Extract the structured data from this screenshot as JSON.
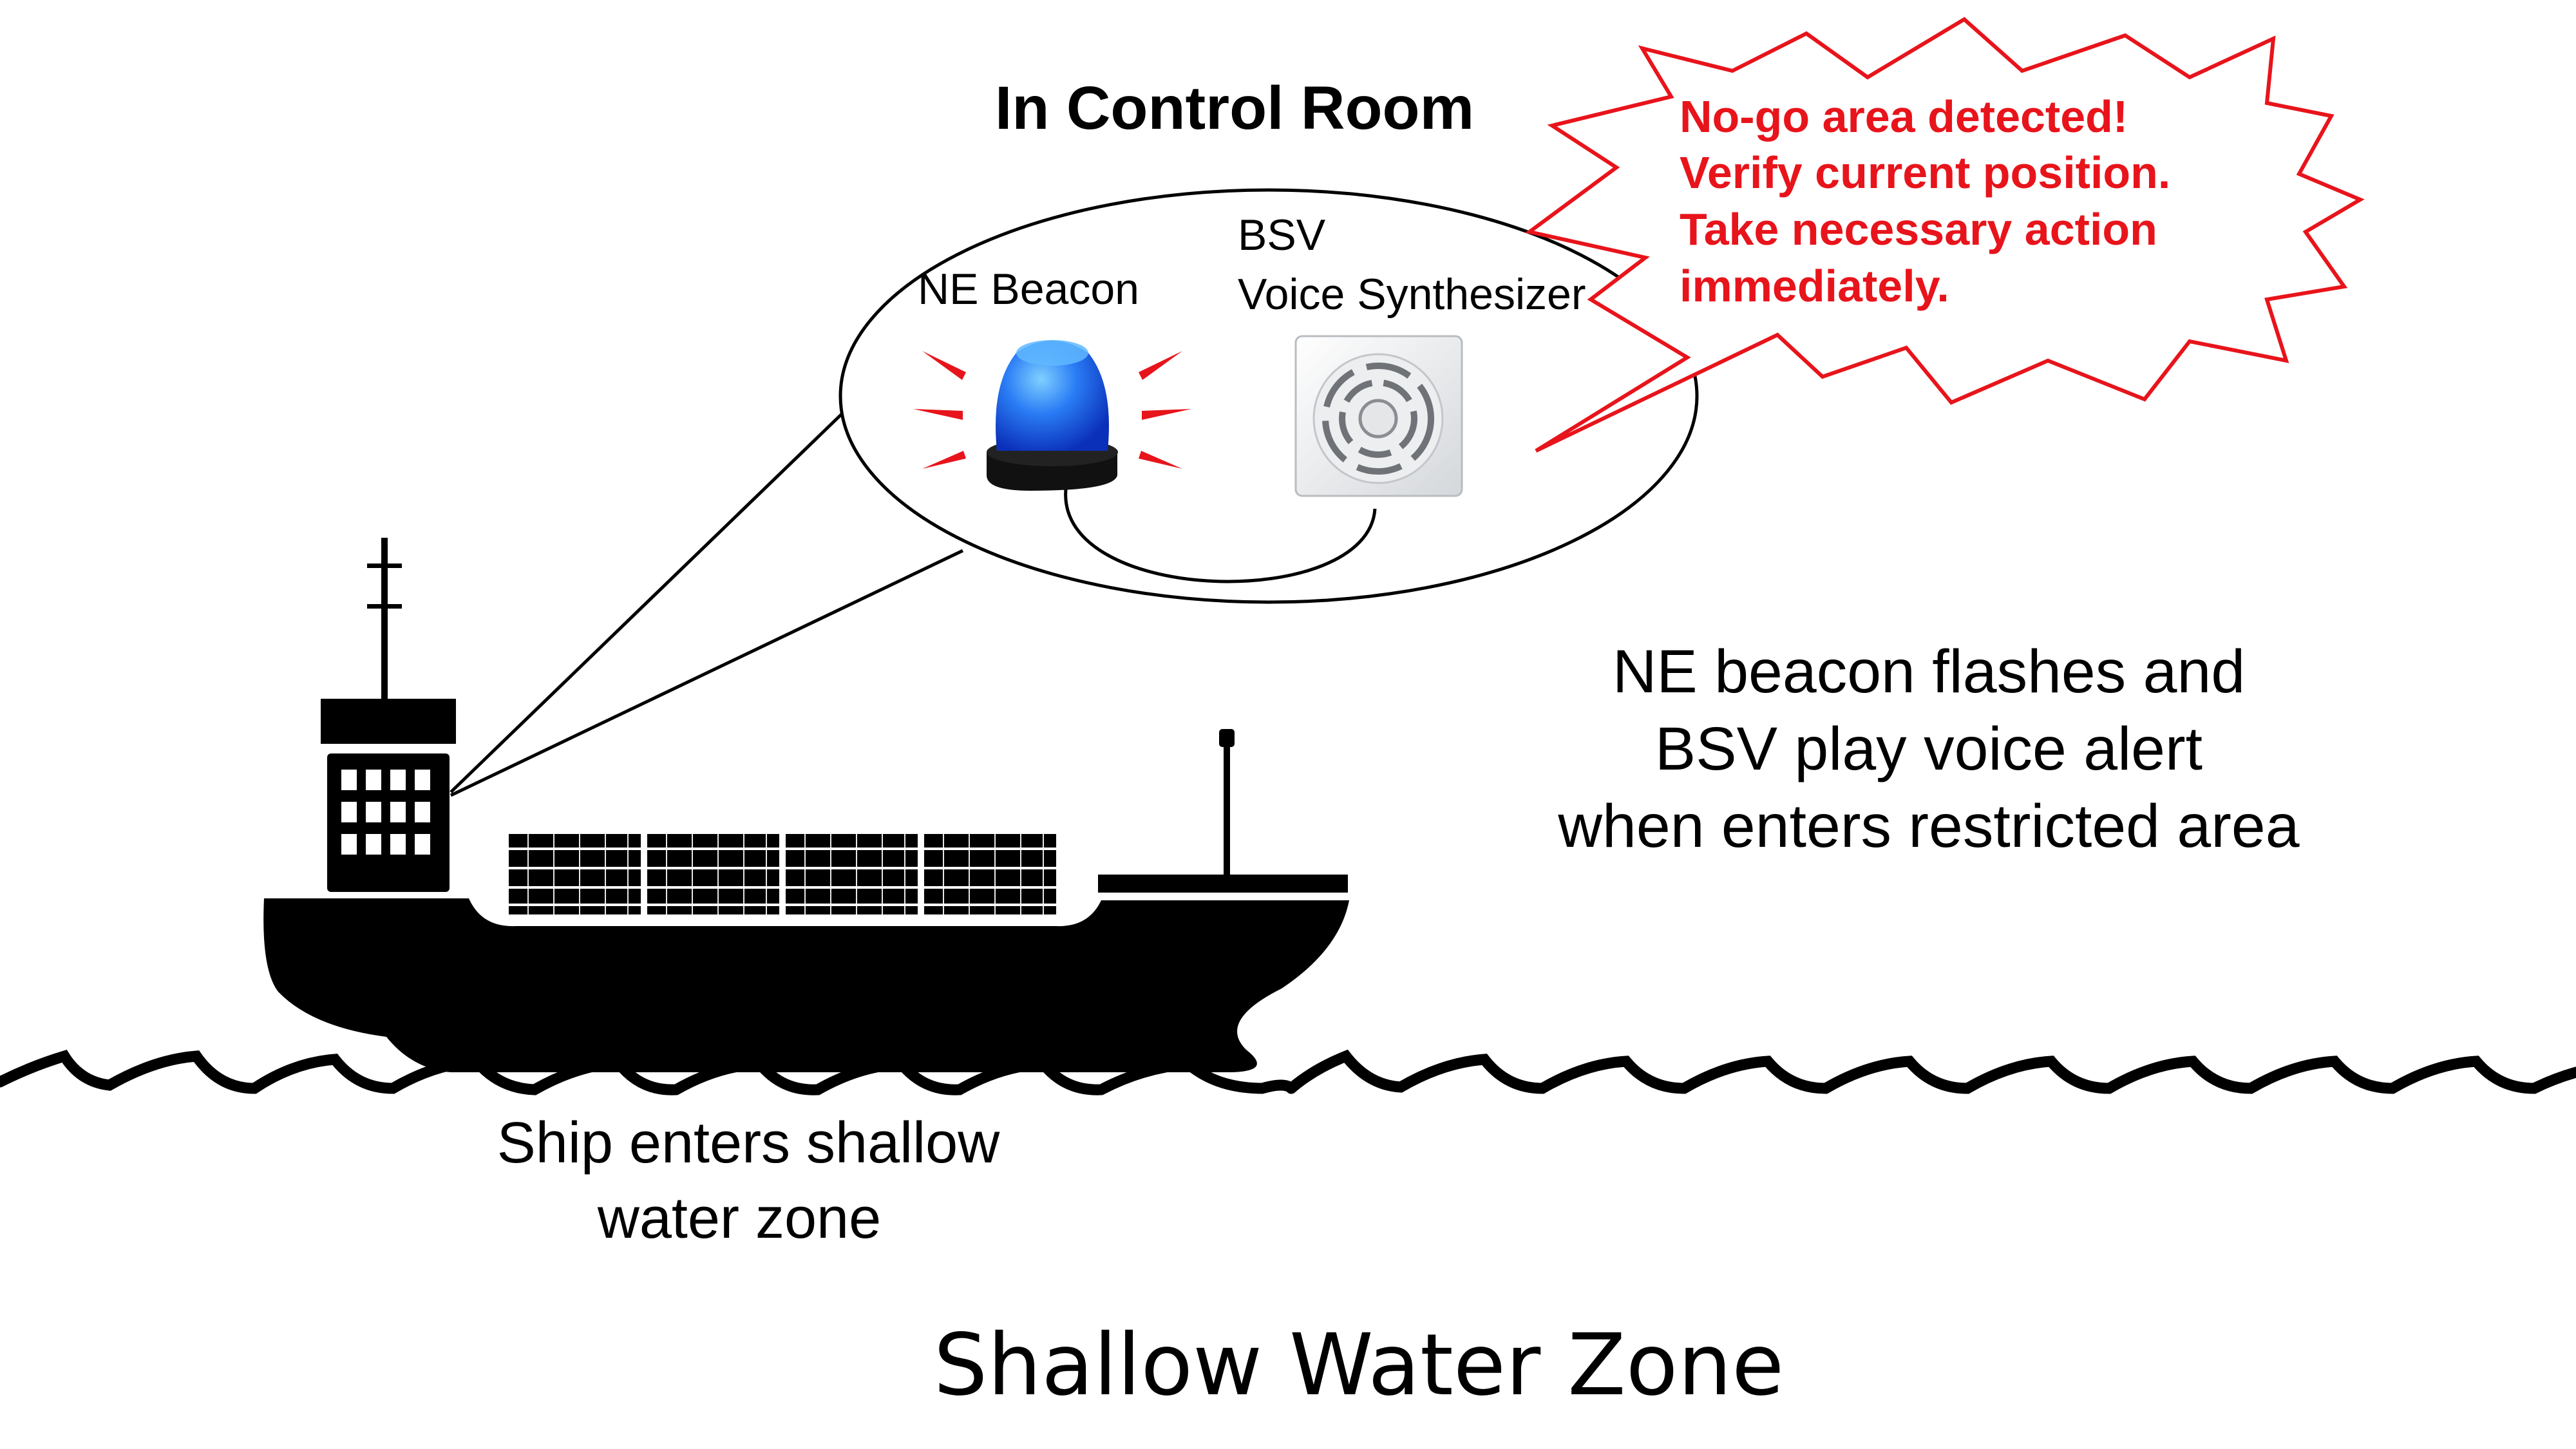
{
  "control_room": {
    "title": "In Control Room",
    "beacon_label": "NE Beacon",
    "bsv_label_line1": "BSV",
    "bsv_label_line2": "Voice Synthesizer"
  },
  "alert_bubble": {
    "lines": [
      "No-go area detected!",
      "Verify current position.",
      "Take necessary action",
      "immediately."
    ]
  },
  "description": {
    "lines": [
      "NE beacon flashes and",
      "BSV play voice alert",
      "when enters restricted area"
    ]
  },
  "ship_caption": {
    "lines": [
      "Ship enters shallow",
      "water zone"
    ]
  },
  "zone_title": "Shallow Water Zone",
  "colors": {
    "alert": "#e8141b",
    "beacon": "#1e6cf0",
    "ship": "#000000"
  },
  "icons": [
    "ship-icon",
    "beacon-icon",
    "speaker-icon",
    "speech-bubble-icon",
    "waves-icon"
  ]
}
